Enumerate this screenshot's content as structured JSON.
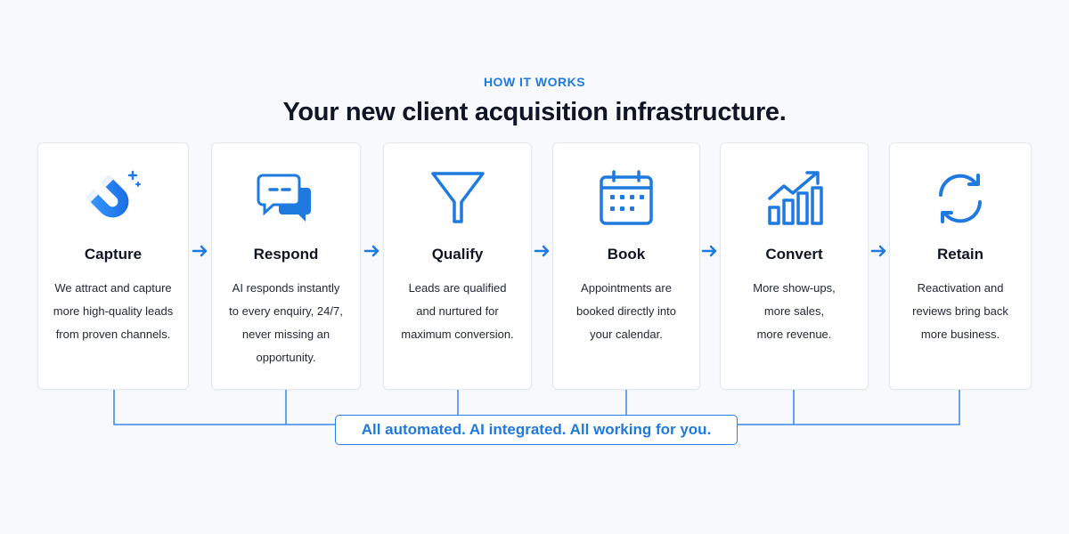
{
  "header": {
    "eyebrow": "HOW IT WORKS",
    "headline": "Your new client acquisition infrastructure."
  },
  "steps": [
    {
      "title": "Capture",
      "icon": "magnet-icon",
      "desc": [
        "We attract and capture",
        "more high-quality leads",
        "from proven channels."
      ]
    },
    {
      "title": "Respond",
      "icon": "chat-bubbles-icon",
      "desc": [
        "AI responds instantly",
        "to every enquiry, 24/7,",
        "never missing an",
        "opportunity."
      ]
    },
    {
      "title": "Qualify",
      "icon": "funnel-icon",
      "desc": [
        "Leads are qualified",
        "and nurtured for",
        "maximum conversion."
      ]
    },
    {
      "title": "Book",
      "icon": "calendar-icon",
      "desc": [
        "Appointments are",
        "booked directly into",
        "your calendar."
      ]
    },
    {
      "title": "Convert",
      "icon": "growth-chart-icon",
      "desc": [
        "More show-ups,",
        "more sales,",
        "more revenue."
      ]
    },
    {
      "title": "Retain",
      "icon": "refresh-cycle-icon",
      "desc": [
        "Reactivation and",
        "reviews bring back",
        "more business."
      ]
    }
  ],
  "footer": {
    "banner": "All automated. AI integrated. All working for you."
  },
  "colors": {
    "accent": "#1f7ae0",
    "text": "#0f1524",
    "background": "#f7f9fc",
    "card": "#ffffff"
  }
}
